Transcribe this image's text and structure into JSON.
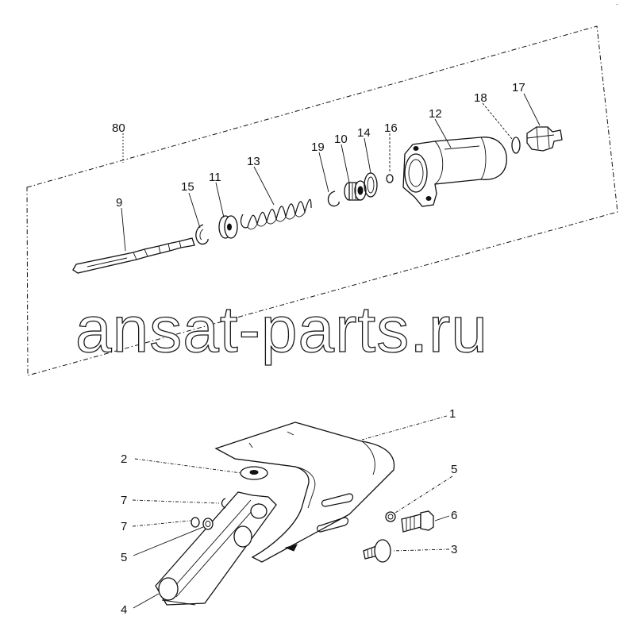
{
  "watermark": "ansat-parts.ru",
  "corner_mark": "–",
  "assembly": {
    "label": "80",
    "parts": [
      {
        "id": "spring-guide",
        "label": "9"
      },
      {
        "id": "circlip-a",
        "label": "15"
      },
      {
        "id": "spring-seat",
        "label": "11"
      },
      {
        "id": "spring",
        "label": "13"
      },
      {
        "id": "circlip-b",
        "label": "19"
      },
      {
        "id": "piston",
        "label": "10"
      },
      {
        "id": "seal-ring",
        "label": "14"
      },
      {
        "id": "small-ring",
        "label": "16"
      },
      {
        "id": "cylinder-body",
        "label": "12"
      },
      {
        "id": "o-ring",
        "label": "18"
      },
      {
        "id": "fitting",
        "label": "17"
      }
    ]
  },
  "bracket_parts": [
    {
      "id": "bracket",
      "label": "1"
    },
    {
      "id": "washer",
      "label": "2"
    },
    {
      "id": "cotter-pin-upper",
      "label": "7"
    },
    {
      "id": "cotter-pin-lower",
      "label": "7"
    },
    {
      "id": "washer-left",
      "label": "5"
    },
    {
      "id": "lever",
      "label": "4"
    },
    {
      "id": "washer-right",
      "label": "5"
    },
    {
      "id": "bolt",
      "label": "6"
    },
    {
      "id": "pin",
      "label": "3"
    }
  ],
  "colors": {
    "ink": "#111111",
    "paper": "#ffffff"
  }
}
